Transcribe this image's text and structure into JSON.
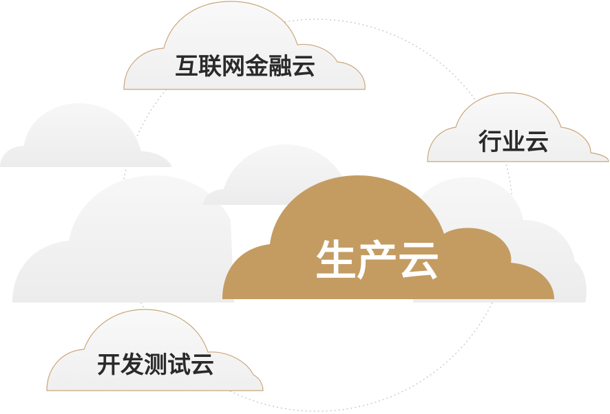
{
  "clouds": {
    "internet_finance": {
      "label": "互联网金融云"
    },
    "industry": {
      "label": "行业云"
    },
    "production": {
      "label": "生产云"
    },
    "dev_test": {
      "label": "开发测试云"
    }
  },
  "colors": {
    "accent": "#c49c62",
    "cloud_fill": "#f4f4f4",
    "cloud_stroke": "#c9a678",
    "label_dark": "#2a2a2a",
    "label_light": "#ffffff",
    "orbit": "#c8c8c8",
    "background_cloud": "#f1f1f1"
  }
}
